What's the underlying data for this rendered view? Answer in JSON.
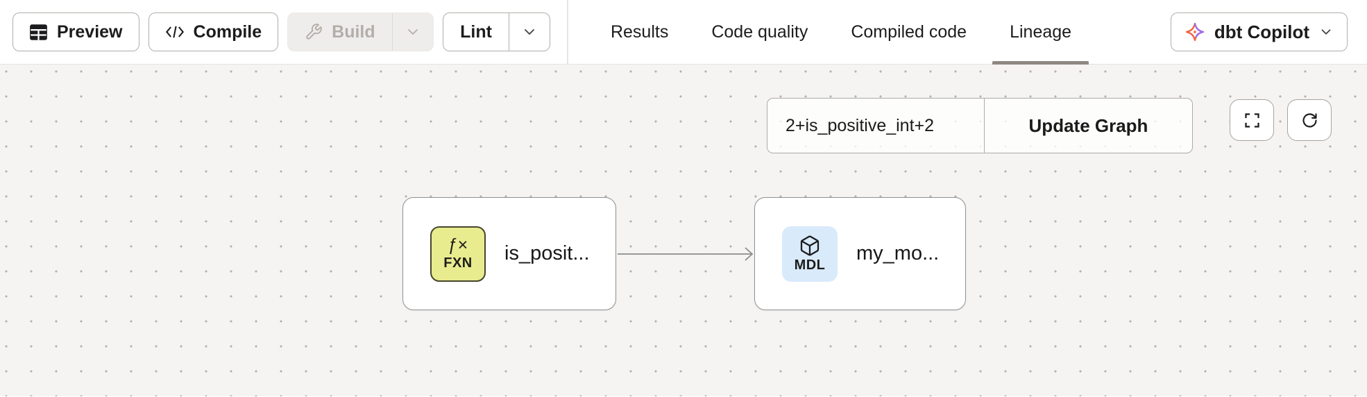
{
  "toolbar": {
    "preview_label": "Preview",
    "compile_label": "Compile",
    "build_label": "Build",
    "lint_label": "Lint"
  },
  "tabs": [
    {
      "label": "Results",
      "active": false
    },
    {
      "label": "Code quality",
      "active": false
    },
    {
      "label": "Compiled code",
      "active": false
    },
    {
      "label": "Lineage",
      "active": true
    }
  ],
  "copilot": {
    "label": "dbt Copilot"
  },
  "lineage": {
    "selector_value": "2+is_positive_int+2",
    "update_graph_label": "Update Graph",
    "nodes": [
      {
        "kind": "function",
        "badge_symbol": "ƒ×",
        "badge_code": "FXN",
        "label": "is_posit...",
        "badge_color": "#e9ec8e"
      },
      {
        "kind": "model",
        "badge_code": "MDL",
        "label": "my_mo...",
        "badge_color": "#d9eafb"
      }
    ]
  },
  "icons": {
    "preview": "table-icon",
    "compile": "code-icon",
    "build": "wrench-icon",
    "dropdown": "chevron-down-icon",
    "copilot": "dbt-copilot-icon",
    "fullscreen": "fullscreen-icon",
    "refresh": "refresh-icon",
    "function_node": "fx-icon",
    "model_node": "cube-icon"
  },
  "colors": {
    "canvas_bg": "#f5f4f2",
    "canvas_dot": "#b4b2b0",
    "button_border": "#b2aeaa",
    "active_tab_underline": "#8f8882",
    "node_border": "#909090",
    "edge": "#8c8c8c",
    "fxn_badge_bg": "#e9ec8e",
    "fxn_badge_border": "#45452e",
    "mdl_badge_bg": "#d9eafb",
    "copilot_orange": "#f4603e",
    "copilot_purple": "#9d6ef2",
    "disabled_bg": "#efedeb",
    "disabled_text": "#b3aeaa",
    "text": "#1c1c1e"
  }
}
